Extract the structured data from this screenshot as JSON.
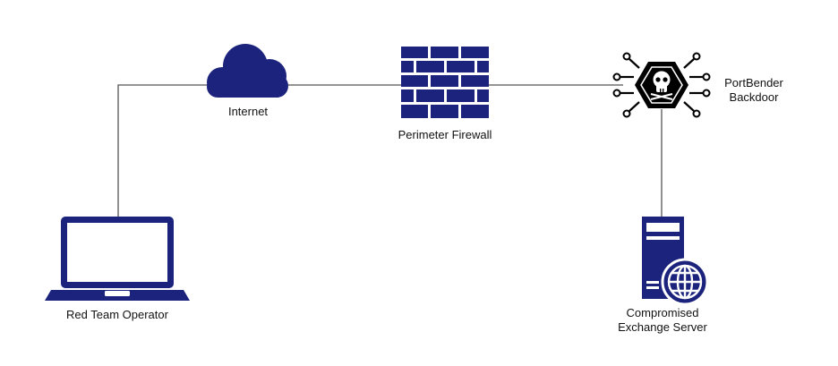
{
  "colors": {
    "icon": "#1c237c",
    "connector": "#555555",
    "badge": "#000000",
    "background": "#ffffff"
  },
  "nodes": {
    "operator": {
      "label": "Red Team Operator",
      "icon": "laptop-icon"
    },
    "internet": {
      "label": "Internet",
      "icon": "cloud-icon"
    },
    "firewall": {
      "label": "Perimeter Firewall",
      "icon": "brick-wall-icon"
    },
    "backdoor": {
      "label_line1": "PortBender",
      "label_line2": "Backdoor",
      "icon": "skull-chip-icon"
    },
    "server": {
      "label_line1": "Compromised",
      "label_line2": "Exchange Server",
      "icon": "web-server-icon"
    }
  },
  "edges": [
    {
      "from": "operator",
      "to": "internet"
    },
    {
      "from": "internet",
      "to": "firewall"
    },
    {
      "from": "firewall",
      "to": "backdoor"
    },
    {
      "from": "backdoor",
      "to": "server"
    }
  ]
}
